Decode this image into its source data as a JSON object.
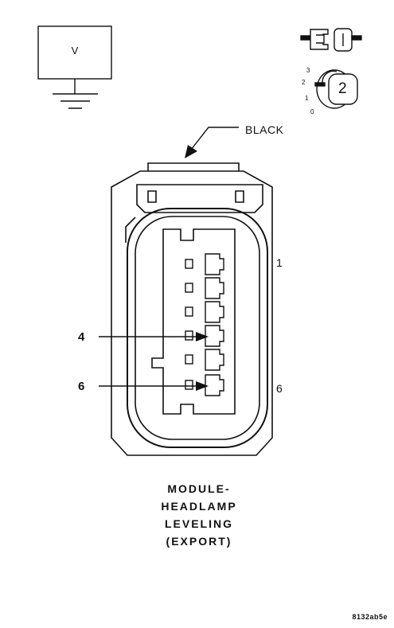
{
  "meter": {
    "symbol": "V"
  },
  "connector": {
    "color_label": "BLACK"
  },
  "pins": {
    "outer_top": "1",
    "outer_bottom": "6",
    "probe_a": "4",
    "probe_b": "6"
  },
  "selector": {
    "dial_positions": [
      "3",
      "2",
      "1",
      "0"
    ],
    "current_setting": "2"
  },
  "title_lines": [
    "MODULE-",
    "HEADLAMP",
    "LEVELING",
    "(EXPORT)"
  ],
  "figure_code": "8132ab5e",
  "colors": {
    "ink": "#111111",
    "background": "#ffffff"
  }
}
